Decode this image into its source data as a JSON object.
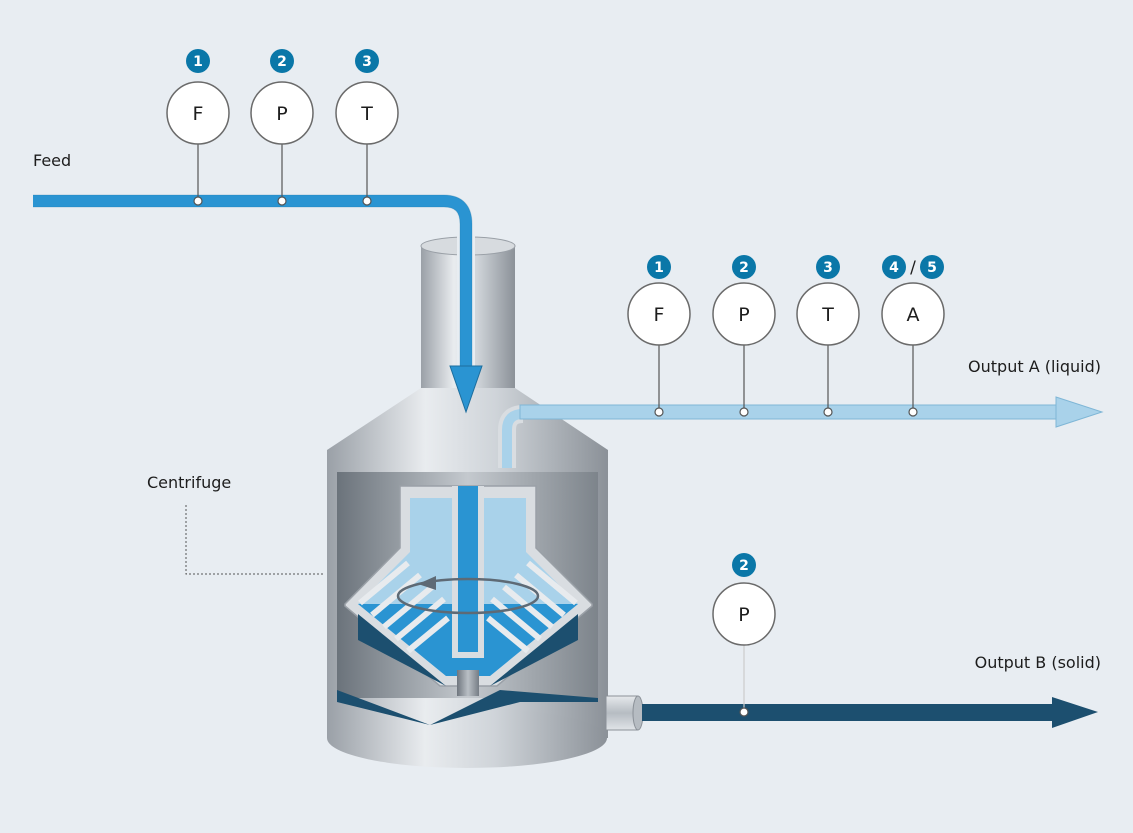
{
  "labels": {
    "feed": "Feed",
    "centrifuge": "Centrifuge",
    "output_a": "Output A (liquid)",
    "output_b": "Output B (solid)"
  },
  "feed_instruments": [
    {
      "badge": "1",
      "letter": "F"
    },
    {
      "badge": "2",
      "letter": "P"
    },
    {
      "badge": "3",
      "letter": "T"
    }
  ],
  "output_a_instruments": [
    {
      "badge": "1",
      "letter": "F"
    },
    {
      "badge": "2",
      "letter": "P"
    },
    {
      "badge": "3",
      "letter": "T"
    },
    {
      "badge": "4",
      "badge2": "5",
      "separator": "/",
      "letter": "A"
    }
  ],
  "output_b_instruments": [
    {
      "badge": "2",
      "letter": "P"
    }
  ],
  "colors": {
    "background": "#e8edf2",
    "feed_pipe": "#2a94d2",
    "liquid_pipe": "#a9d2ea",
    "solid_pipe": "#1c4f6f",
    "badge": "#0a77a8"
  }
}
